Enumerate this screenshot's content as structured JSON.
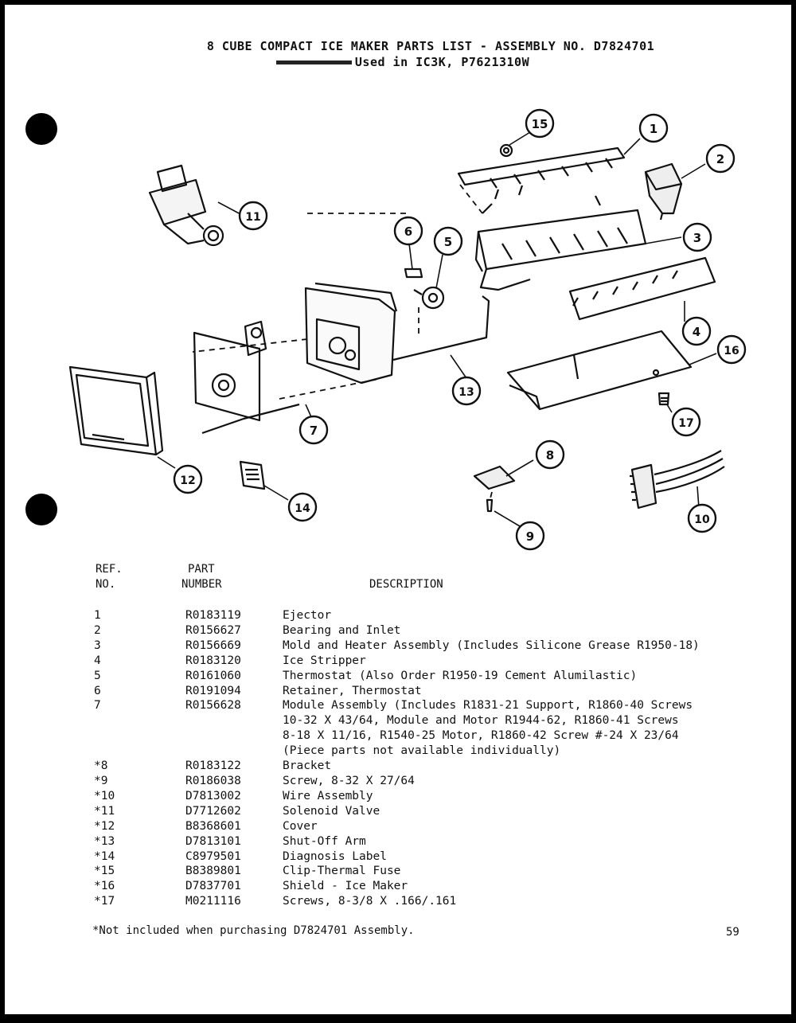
{
  "title": {
    "line1": "8 CUBE COMPACT ICE MAKER PARTS LIST - ASSEMBLY NO. D7824701",
    "line2": "Used in IC3K, P7621310W"
  },
  "callouts": [
    "1",
    "2",
    "3",
    "4",
    "5",
    "6",
    "7",
    "8",
    "9",
    "10",
    "11",
    "12",
    "13",
    "14",
    "15",
    "16",
    "17"
  ],
  "table": {
    "col_ref": [
      "REF.",
      "NO."
    ],
    "col_part": [
      "PART",
      "NUMBER"
    ],
    "col_desc": "DESCRIPTION",
    "rows": [
      {
        "ref": "1",
        "part": "R0183119",
        "desc": [
          "Ejector"
        ]
      },
      {
        "ref": "2",
        "part": "R0156627",
        "desc": [
          "Bearing and Inlet"
        ]
      },
      {
        "ref": "3",
        "part": "R0156669",
        "desc": [
          "Mold and Heater Assembly (Includes Silicone Grease R1950-18)"
        ]
      },
      {
        "ref": "4",
        "part": "R0183120",
        "desc": [
          "Ice Stripper"
        ]
      },
      {
        "ref": "5",
        "part": "R0161060",
        "desc": [
          "Thermostat (Also Order R1950-19 Cement Alumilastic)"
        ]
      },
      {
        "ref": "6",
        "part": "R0191094",
        "desc": [
          "Retainer, Thermostat"
        ]
      },
      {
        "ref": "7",
        "part": "R0156628",
        "desc": [
          "Module Assembly (Includes R1831-21 Support, R1860-40 Screws",
          "10-32 X 43/64, Module and Motor R1944-62, R1860-41 Screws",
          "8-18 X 11/16, R1540-25 Motor, R1860-42 Screw #-24 X 23/64",
          "(Piece parts not available individually)"
        ]
      },
      {
        "ref": "*8",
        "part": "R0183122",
        "desc": [
          "Bracket"
        ]
      },
      {
        "ref": "*9",
        "part": "R0186038",
        "desc": [
          "Screw, 8-32 X 27/64"
        ]
      },
      {
        "ref": "*10",
        "part": "D7813002",
        "desc": [
          "Wire Assembly"
        ]
      },
      {
        "ref": "*11",
        "part": "D7712602",
        "desc": [
          "Solenoid Valve"
        ]
      },
      {
        "ref": "*12",
        "part": "B8368601",
        "desc": [
          "Cover"
        ]
      },
      {
        "ref": "*13",
        "part": "D7813101",
        "desc": [
          "Shut-Off Arm"
        ]
      },
      {
        "ref": "*14",
        "part": "C8979501",
        "desc": [
          "Diagnosis Label"
        ]
      },
      {
        "ref": "*15",
        "part": "B8389801",
        "desc": [
          "Clip-Thermal Fuse"
        ]
      },
      {
        "ref": "*16",
        "part": "D7837701",
        "desc": [
          "Shield - Ice Maker"
        ]
      },
      {
        "ref": "*17",
        "part": "M0211116",
        "desc": [
          "Screws, 8-3/8 X .166/.161"
        ]
      }
    ]
  },
  "footnote": "*Not included when purchasing D7824701 Assembly.",
  "page_number": "59"
}
